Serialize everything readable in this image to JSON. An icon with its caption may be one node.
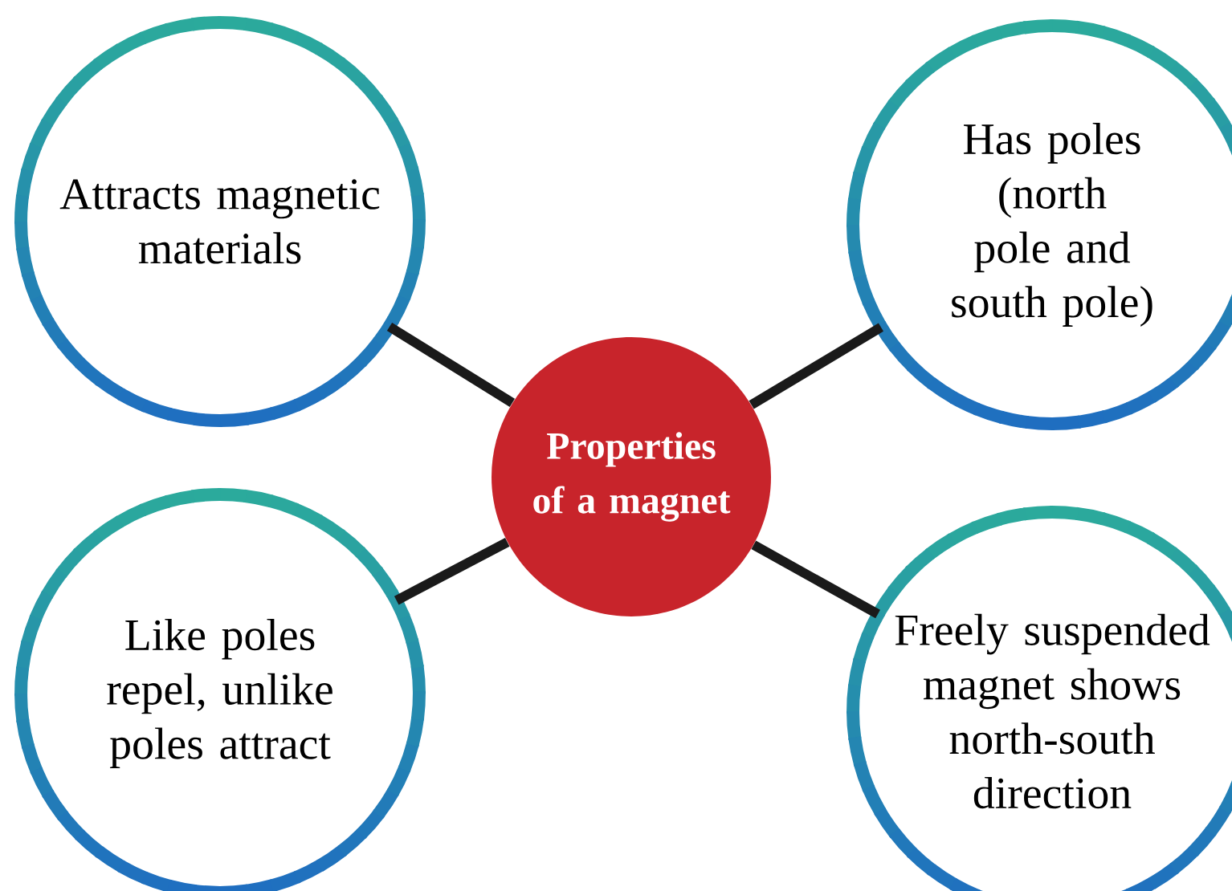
{
  "diagram": {
    "nodes": [
      {
        "text": [
          "Attracts magnetic materials"
        ]
      },
      {
        "text": [
          "Has poles (north pole and south pole)"
        ]
      },
      {
        "text": [
          "Properties of a magnet"
        ]
      },
      {
        "text": [
          "Like poles repel, unlike poles attract"
        ]
      },
      {
        "text": [
          "Freely suspended magnet shows north-south direction"
        ]
      }
    ],
    "edges": [
      {
        "from": 2,
        "to": 0,
        "arrow": "none"
      },
      {
        "from": 2,
        "to": 1,
        "arrow": "none"
      },
      {
        "from": 2,
        "to": 3,
        "arrow": "none"
      },
      {
        "from": 2,
        "to": 4,
        "arrow": "none"
      }
    ]
  }
}
